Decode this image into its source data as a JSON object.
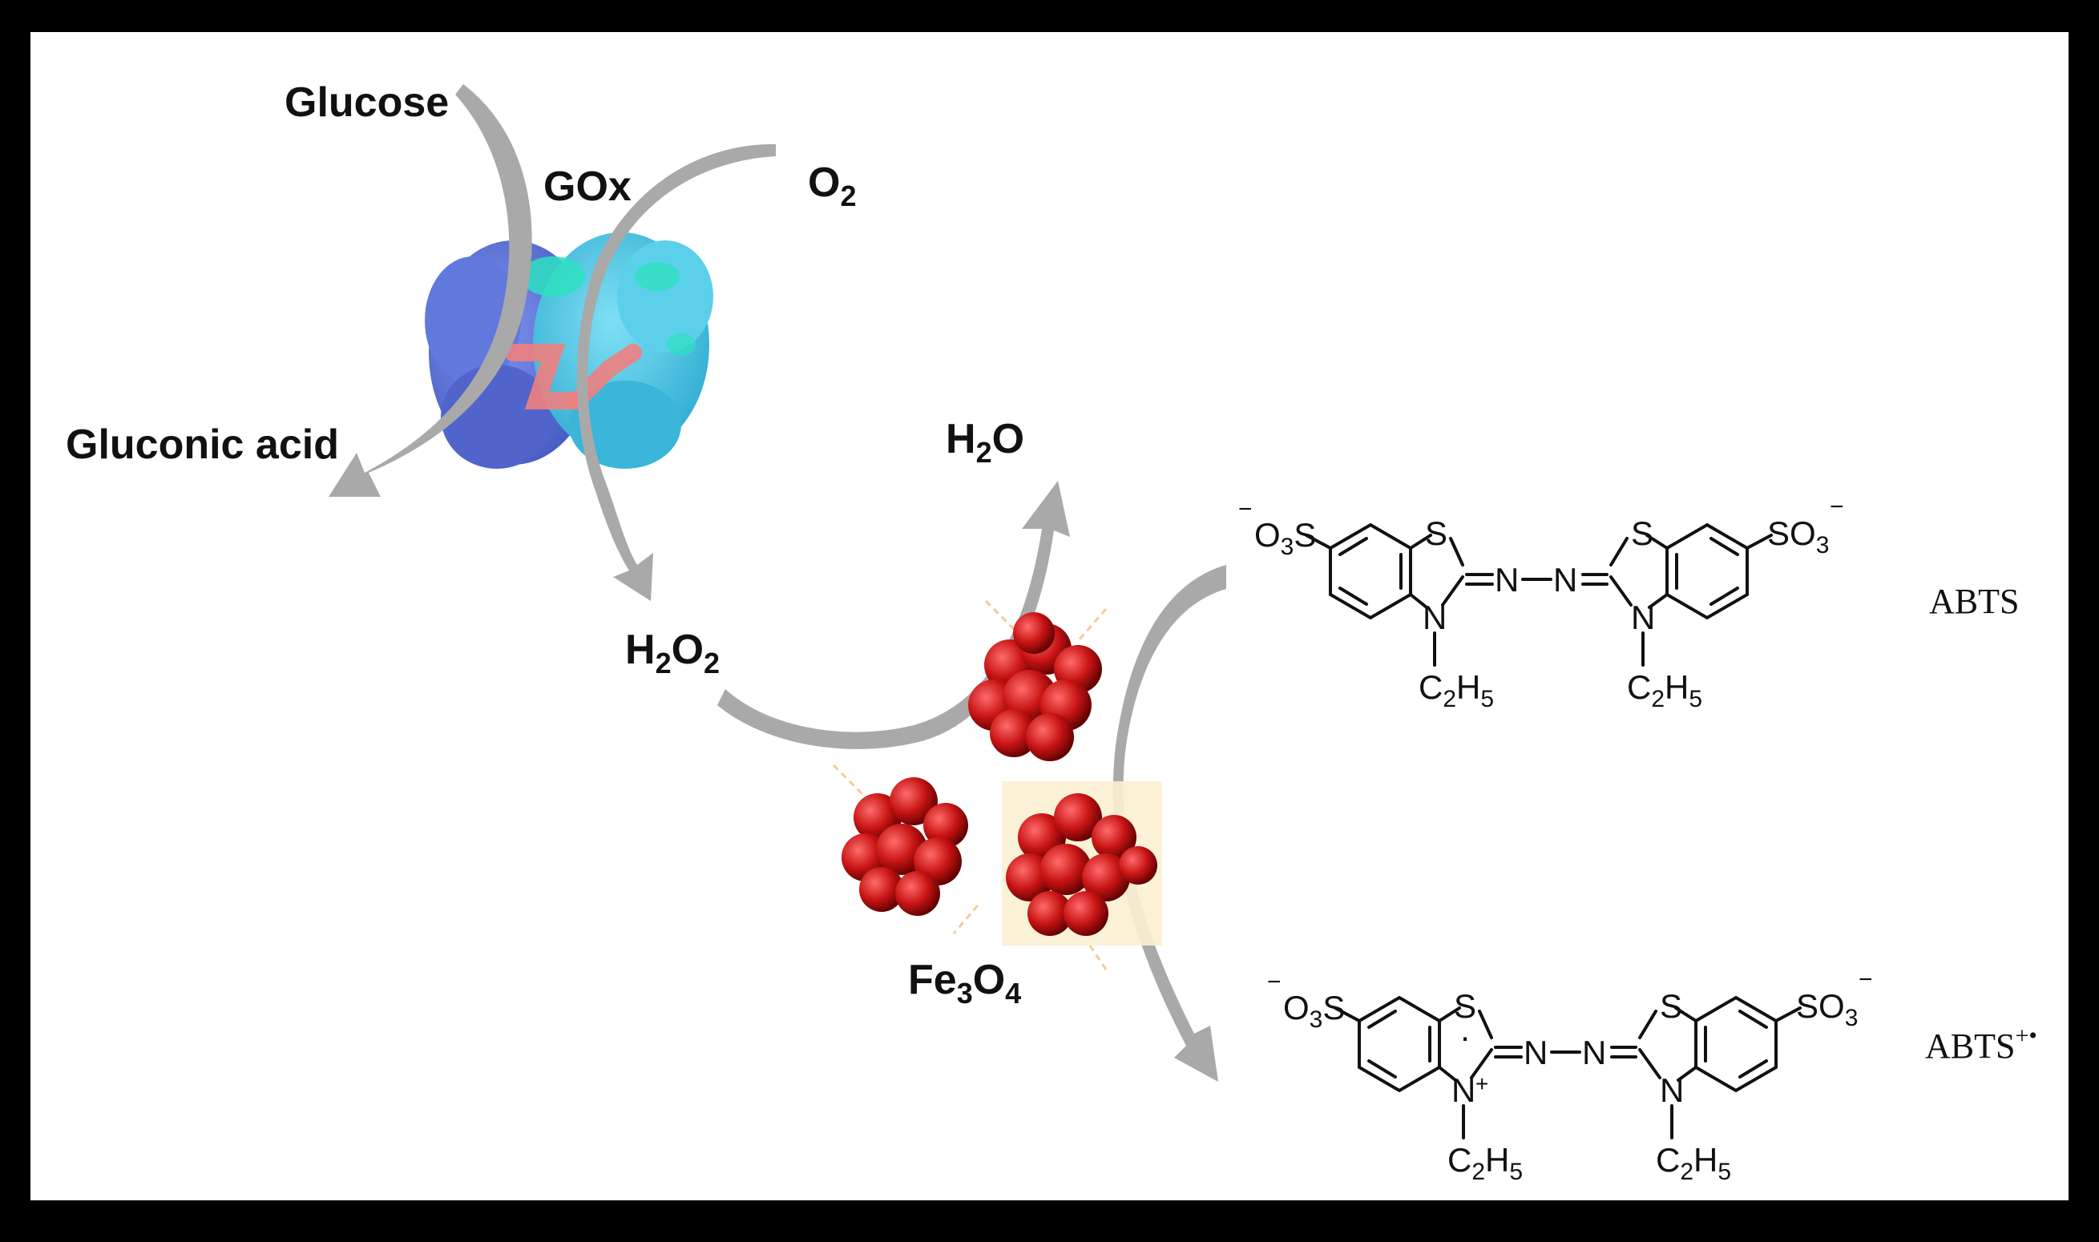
{
  "labels": {
    "glucose": "Glucose",
    "gox": "GOx",
    "o2_main": "O",
    "o2_sub": "2",
    "gluconic_acid": "Gluconic acid",
    "h2o_h": "H",
    "h2o_sub": "2",
    "h2o_o": "O",
    "h2o2_h": "H",
    "h2o2_sub1": "2",
    "h2o2_o": "O",
    "h2o2_sub2": "2",
    "fe3o4_fe": "Fe",
    "fe3o4_sub1": "3",
    "fe3o4_o": "O",
    "fe3o4_sub2": "4",
    "abts": "ABTS",
    "abts_radical": "ABTS",
    "abts_radical_sup": "+•"
  },
  "chem": {
    "neg": "−",
    "o3s_o": "O",
    "o3s_sub": "3",
    "o3s_s": "S",
    "s": "S",
    "n": "N",
    "n_plus": "+",
    "dot": "·",
    "so3_so": "SO",
    "so3_sub": "3",
    "c": "C",
    "c_sub": "2",
    "h": "H",
    "h_sub": "5"
  },
  "colors": {
    "frame": "#000000",
    "arrow": "#a9a9a9",
    "protein_dark": "#5b73d9",
    "protein_light": "#4fc3e0",
    "protein_accent": "#2ee0c0",
    "active_site": "#f08080",
    "nanoparticle": "#c01010",
    "nanoparticle_highlight": "#ff5a5a"
  },
  "icons": [
    "glucose-oxidase-protein-image",
    "fe3o4-nanoparticle-cluster-image"
  ]
}
